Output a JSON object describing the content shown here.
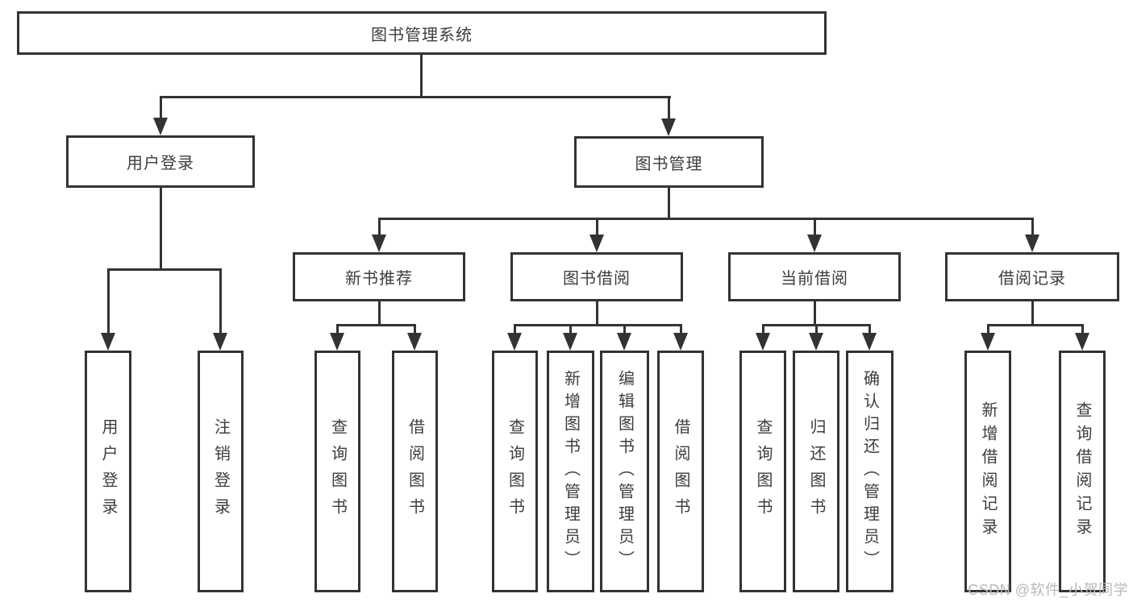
{
  "diagram": {
    "root": "图书管理系统",
    "level2": {
      "user_login": "用户登录",
      "book_management": "图书管理"
    },
    "level3": {
      "new_book_recommend": "新书推荐",
      "book_borrowing": "图书借阅",
      "current_borrowing": "当前借阅",
      "borrowing_records": "借阅记录"
    },
    "leaves": {
      "user_login": [
        "用户登录",
        "注销登录"
      ],
      "new_book_recommend": [
        "查询图书",
        "借阅图书"
      ],
      "book_borrowing": [
        "查询图书",
        "新增图书（管理员）",
        "编辑图书（管理员）",
        "借阅图书"
      ],
      "current_borrowing": [
        "查询图书",
        "归还图书",
        "确认归还（管理员）"
      ],
      "borrowing_records": [
        "新增借阅记录",
        "查询借阅记录"
      ]
    }
  },
  "watermark": "CSDN @软件_小贺同学",
  "colors": {
    "line": "#333333",
    "text": "#3d3d3d",
    "watermark": "#b9b9b9",
    "background": "#ffffff"
  }
}
